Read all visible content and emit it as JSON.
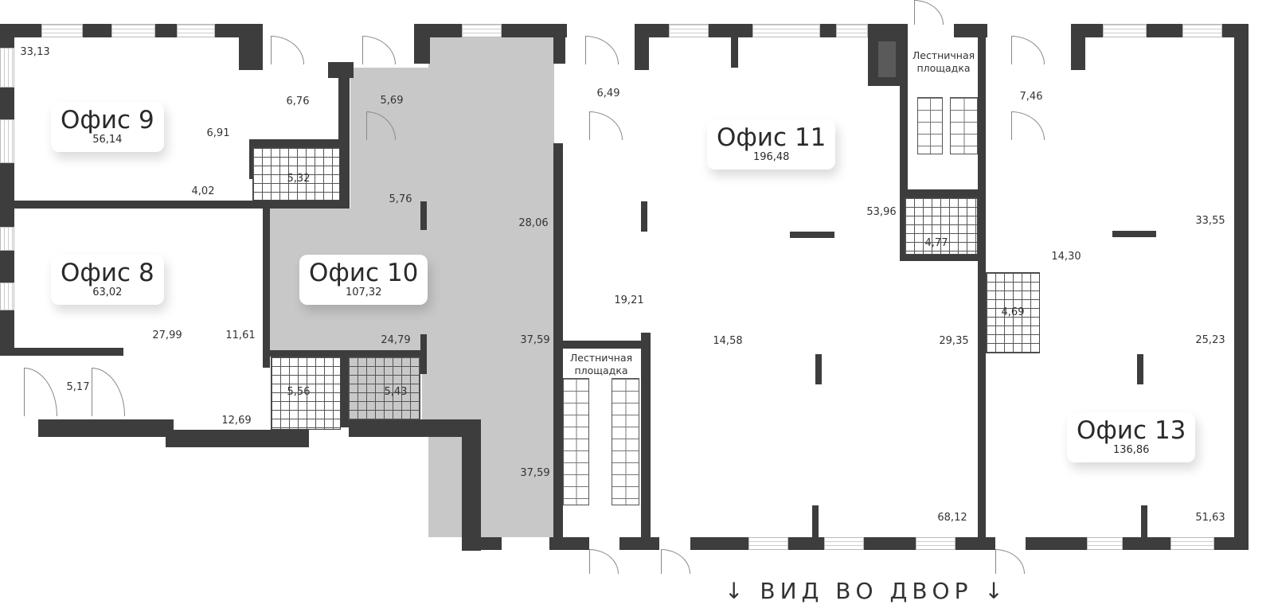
{
  "offices": [
    {
      "name": "Офис 9",
      "area": "56,14"
    },
    {
      "name": "Офис 8",
      "area": "63,02"
    },
    {
      "name": "Офис 10",
      "area": "107,32"
    },
    {
      "name": "Офис 11",
      "area": "196,48"
    },
    {
      "name": "Офис 13",
      "area": "136,86"
    }
  ],
  "rooms": [
    "33,13",
    "6,76",
    "6,91",
    "4,02",
    "5,32",
    "5,69",
    "5,76",
    "28,06",
    "27,99",
    "11,61",
    "5,17",
    "12,69",
    "5,56",
    "5,43",
    "24,79",
    "37,59",
    "37,59",
    "6,49",
    "53,96",
    "4,77",
    "19,21",
    "14,58",
    "29,35",
    "68,12",
    "7,46",
    "14,30",
    "33,55",
    "4,69",
    "25,23",
    "51,63"
  ],
  "stairs": [
    "Лестничная площадка",
    "Лестничная площадка"
  ],
  "compass": "↓ ВИД ВО ДВОР ↓",
  "colors": {
    "wall": "#3d3d3d",
    "office10": "#c7c8c7"
  }
}
